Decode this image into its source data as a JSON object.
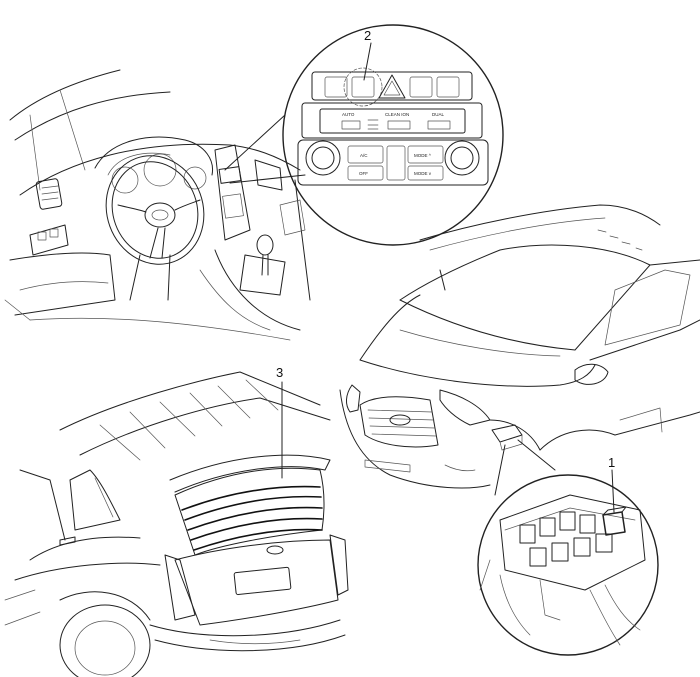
{
  "callouts": [
    {
      "label": "2"
    },
    {
      "label": "3"
    },
    {
      "label": "1"
    }
  ],
  "panel_text": {
    "auto": "AUTO",
    "clean_ion": "CLEAN ION",
    "dual": "DUAL",
    "ac": "A/C",
    "off": "OFF",
    "mode_up": "MODE ^",
    "mode_dn": "MODE v"
  }
}
